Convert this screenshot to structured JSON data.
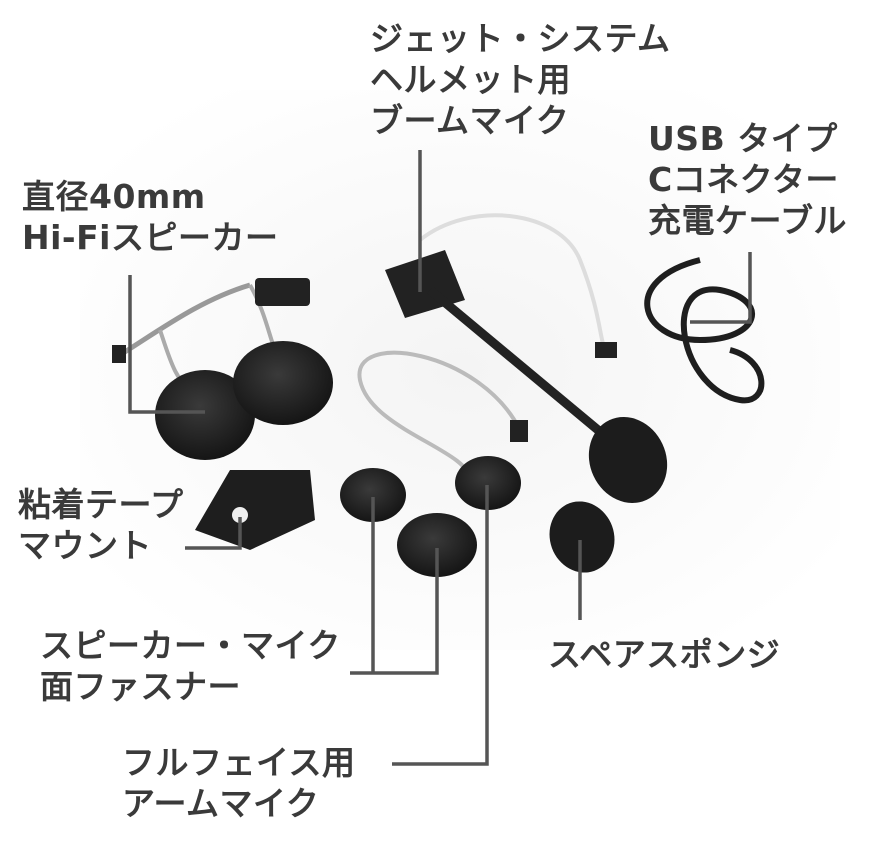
{
  "labels": {
    "boom_mic": [
      "ジェット・システム",
      "ヘルメット用",
      "ブームマイク"
    ],
    "usb_cable": [
      "USB タイプ",
      "Cコネクター",
      "充電ケーブル"
    ],
    "speaker": [
      "直径40mm",
      "Hi-Fiスピーカー"
    ],
    "adhesive_mount": [
      "粘着テープ",
      "マウント"
    ],
    "velcro": [
      "スピーカー・マイク",
      "面ファスナー"
    ],
    "spare_sponge": [
      "スペアスポンジ"
    ],
    "arm_mic": [
      "フルフェイス用",
      "アームマイク"
    ]
  },
  "colors": {
    "text": "#3a3a3a",
    "leader": "#555555",
    "product": "#1e1e1e",
    "backdrop": "#f1f1f1"
  }
}
